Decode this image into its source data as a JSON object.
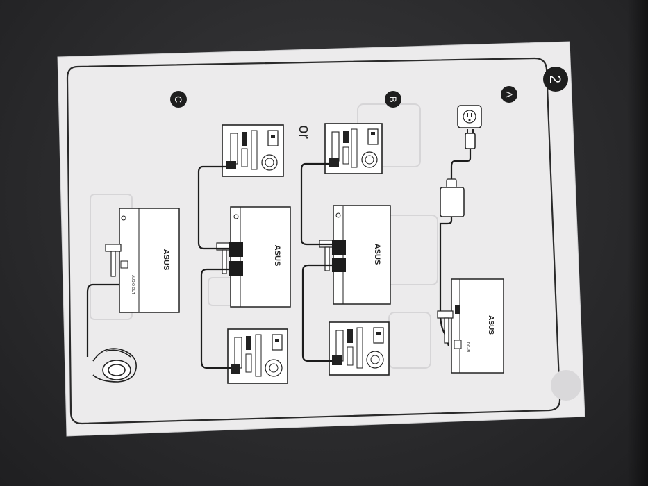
{
  "sheet": {
    "page_number": "2",
    "sections": {
      "a": "A",
      "b": "B",
      "c": "C"
    },
    "or_text": "or"
  },
  "monitor": {
    "brand": "ASUS",
    "port_labels": {
      "dc_in": "DC-IN",
      "audio_out": "AUDIO OUT"
    }
  },
  "colors": {
    "paper": "#ecebec",
    "line": "#1c1c1c",
    "faint": "#d7d6d8",
    "table": "#2b2b2d"
  }
}
